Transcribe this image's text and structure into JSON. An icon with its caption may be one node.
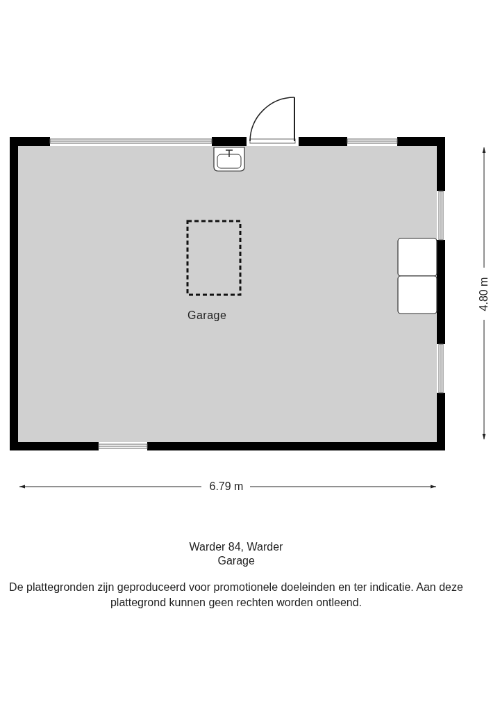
{
  "diagram": {
    "nodes": [
      {
        "text": [
          "Garage"
        ]
      }
    ],
    "edges": [],
    "labels": [
      "4.80 m",
      "6.79 m",
      "Warder 84, Warder",
      "Garage",
      "De plattegronden zijn geproduceerd voor promotionele doeleinden en ter indicatie. Aan deze plattegrond kunnen geen rechten worden ontleend."
    ]
  }
}
